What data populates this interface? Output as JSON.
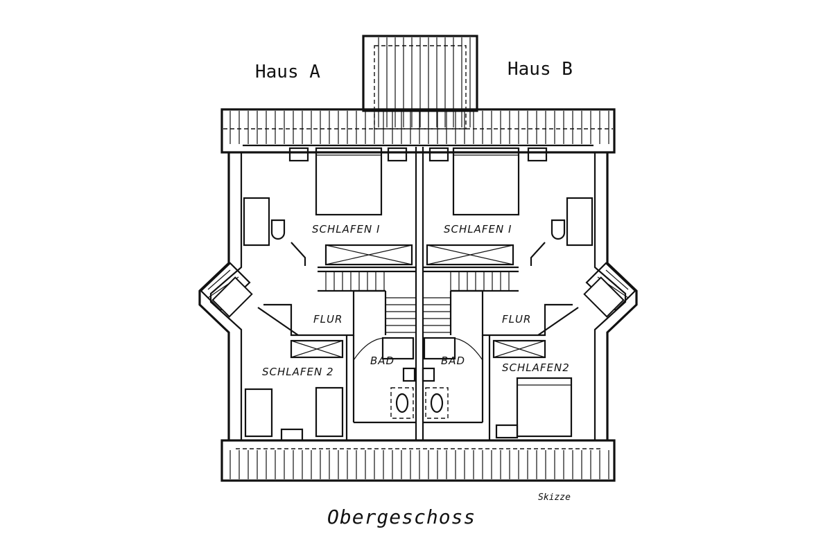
{
  "labels": {
    "house_a": "Haus A",
    "house_b": "Haus B",
    "floor_title": "Obergeschoss",
    "sketch_note": "Skizze"
  },
  "rooms": {
    "a_schlafen1": "SCHLAFEN I",
    "b_schlafen1": "SCHLAFEN I",
    "a_flur": "FLUR",
    "b_flur": "FLUR",
    "a_bad": "BAD",
    "b_bad": "BAD",
    "a_schlafen2": "SCHLAFEN 2",
    "b_schlafen2": "SCHLAFEN2"
  }
}
